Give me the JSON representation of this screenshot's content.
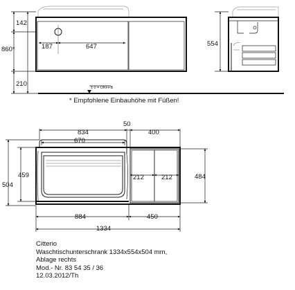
{
  "front_view": {
    "dims": {
      "top_offset": "142",
      "overall_height": "860*",
      "floor_gap": "210",
      "drain_offset": "187",
      "basin_width": "647",
      "body_height": "554"
    },
    "floor_marker": "± 0 = OKFFB"
  },
  "footnote": "* Empfohlene Einbauhöhe mit Füßen!",
  "plan_view": {
    "dims": {
      "top_width": "834",
      "gap": "50",
      "shelf_width": "400",
      "basin_inner": "670",
      "left_depth": "459",
      "overall_depth": "504",
      "right_depth": "484",
      "door_left": "212",
      "door_right": "212",
      "bottom_left": "884",
      "bottom_right": "450",
      "overall_width": "1334"
    }
  },
  "caption": {
    "line1": "Citterio",
    "line2": "Waschtischunterschrank 1334x554x504 mm,",
    "line3": "Ablage rechts",
    "line4": "Mod.- Nr. 83 54 35 / 36",
    "line5": "12.03.2012/Th"
  }
}
